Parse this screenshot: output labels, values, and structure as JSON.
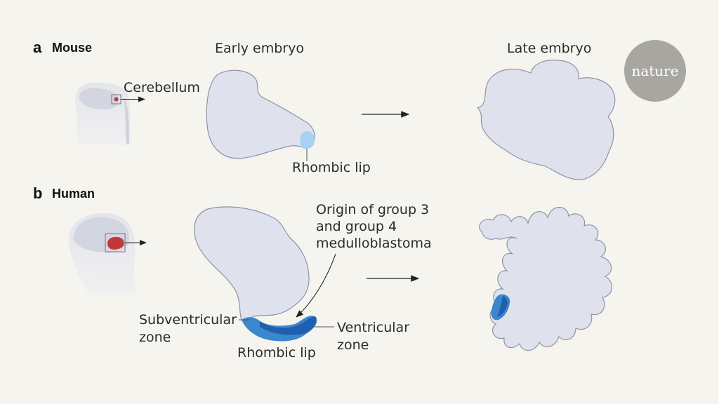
{
  "colors": {
    "background": "#f5f4ee",
    "tissue": "#dfe2ec",
    "tissue_outline": "#8e93a8",
    "silhouette": "#e7e8ee",
    "cerebellum_highlight": "#c0383a",
    "rhombic_lip_mouse": "#a9d1f0",
    "rhombic_lip_human": "#3b86cc",
    "ventricular_zone": "#1f5fae",
    "logo": "#a8a6a0"
  },
  "logo": {
    "text": "nature"
  },
  "panel_a": {
    "letter": "a",
    "title": "Mouse",
    "cerebellum_label": "Cerebellum",
    "early_label": "Early embryo",
    "late_label": "Late embryo",
    "rhombic_label": "Rhombic lip"
  },
  "panel_b": {
    "letter": "b",
    "title": "Human",
    "origin_line1": "Origin of group 3",
    "origin_line2": "and group 4",
    "origin_line3": "medulloblastoma",
    "svz_line1": "Subventricular",
    "svz_line2": "zone",
    "rhombic_label": "Rhombic lip",
    "vz_line1": "Ventricular",
    "vz_line2": "zone"
  }
}
